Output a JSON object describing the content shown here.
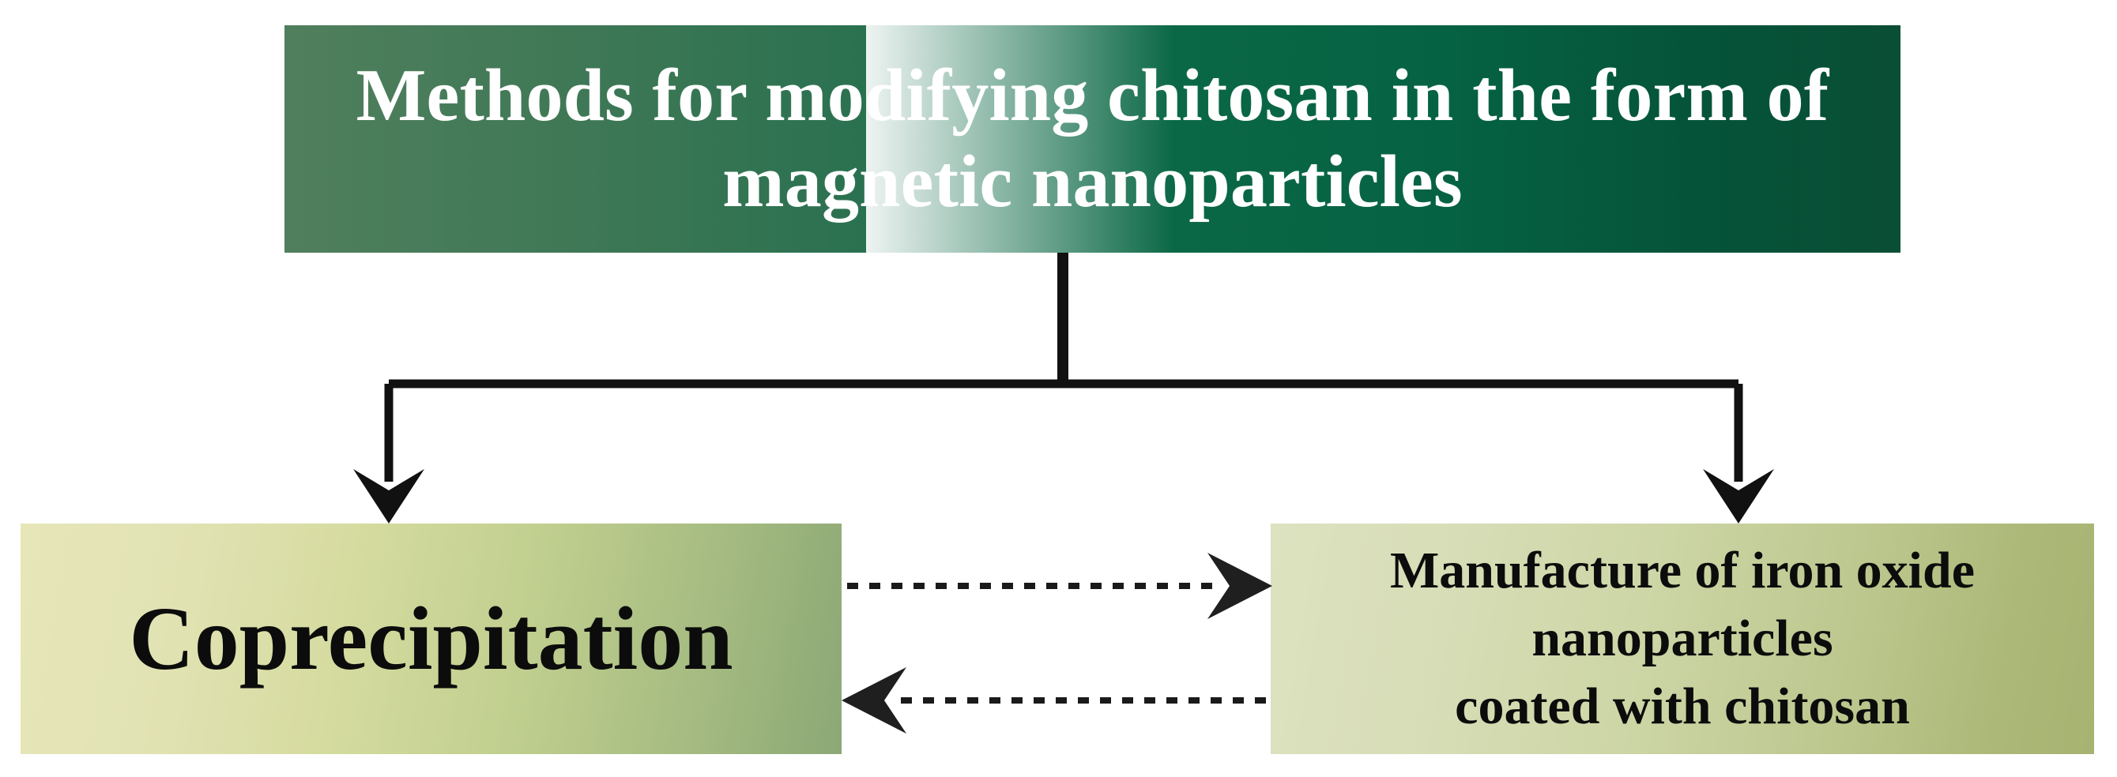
{
  "diagram": {
    "title_node": {
      "label": "Methods for modifying chitosan in the form of magnetic nanoparticles",
      "fill_start": "#507f5d",
      "fill_end": "#0a4e35",
      "text_color": "#ffffff"
    },
    "nodes": [
      {
        "id": "coprecipitation",
        "label": "Coprecipitation",
        "fill_start": "#e6e6b9",
        "fill_end": "#8ca876",
        "text_color": "#0c0c0c"
      },
      {
        "id": "iron-oxide-nanoparticles",
        "label": "Manufacture of iron oxide nanoparticles coated with chitosan",
        "line1": "Manufacture of iron oxide",
        "line2": "nanoparticles",
        "line3": "coated with chitosan",
        "fill_start": "#dde2c0",
        "fill_end": "#a6b371",
        "text_color": "#0c0c0c"
      }
    ],
    "connectors": [
      {
        "id": "root-to-coprecipitation",
        "style": "solid",
        "color": "#111111",
        "from": "title_node",
        "to": "coprecipitation",
        "arrow": "down"
      },
      {
        "id": "root-to-iron-oxide",
        "style": "solid",
        "color": "#111111",
        "from": "title_node",
        "to": "iron-oxide-nanoparticles",
        "arrow": "down"
      },
      {
        "id": "coprecipitation-to-iron-oxide",
        "style": "dotted",
        "color": "#1a1a1a",
        "from": "coprecipitation",
        "to": "iron-oxide-nanoparticles",
        "arrow": "right"
      },
      {
        "id": "iron-oxide-to-coprecipitation",
        "style": "dotted",
        "color": "#1a1a1a",
        "from": "iron-oxide-nanoparticles",
        "to": "coprecipitation",
        "arrow": "left"
      }
    ]
  }
}
